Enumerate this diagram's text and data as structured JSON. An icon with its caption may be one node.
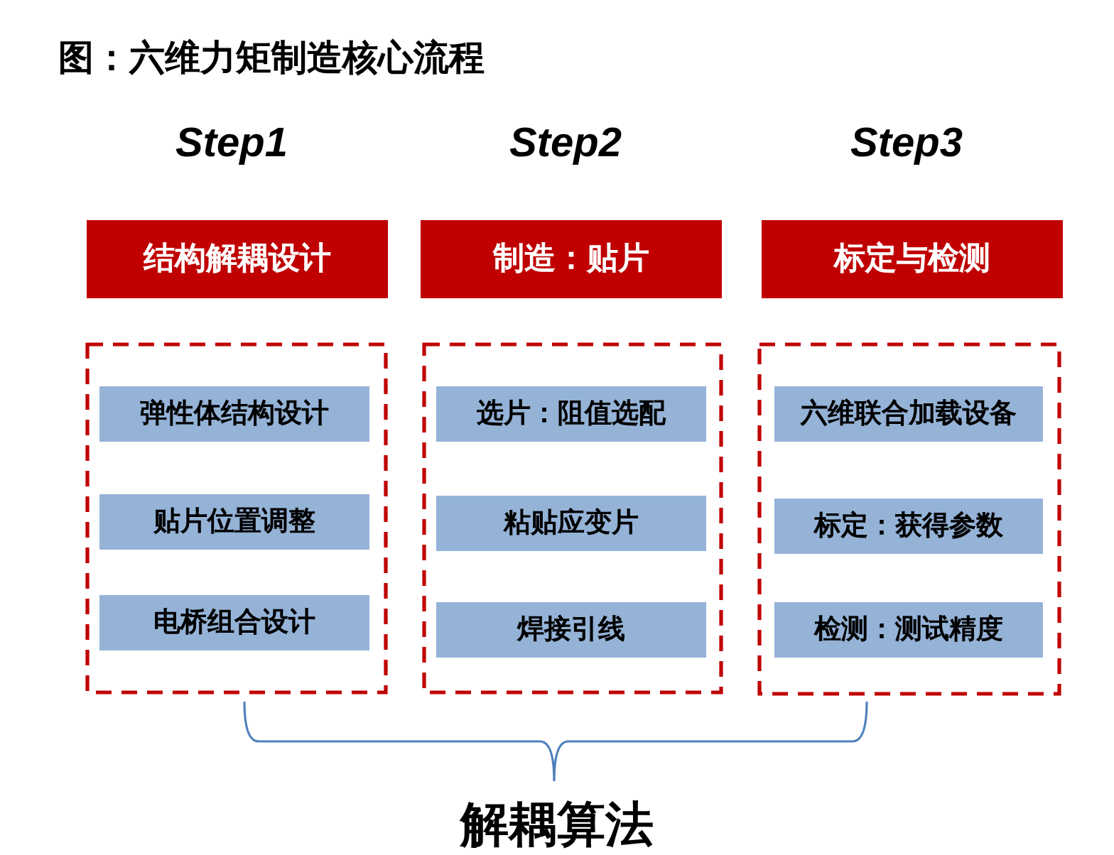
{
  "diagram": {
    "title": "图：六维力矩制造核心流程",
    "nodes": [
      {
        "text": [
          "结构解耦设计"
        ]
      },
      {
        "text": [
          "制造：贴片"
        ]
      },
      {
        "text": [
          "标定与检测"
        ]
      },
      {
        "text": [],
        "shape": "box"
      },
      {
        "text": [],
        "shape": "box"
      },
      {
        "text": [],
        "shape": "box"
      },
      {
        "text": [
          "弹性体结构设计"
        ],
        "in": 3
      },
      {
        "text": [
          "贴片位置调整"
        ],
        "in": 3
      },
      {
        "text": [
          "电桥组合设计"
        ],
        "in": 3
      },
      {
        "text": [
          "选片：阻值选配"
        ],
        "in": 4
      },
      {
        "text": [
          "粘贴应变片"
        ],
        "in": 4
      },
      {
        "text": [
          "焊接引线"
        ],
        "in": 4
      },
      {
        "text": [
          "六维联合加载设备"
        ],
        "in": 5
      },
      {
        "text": [
          "标定：获得参数"
        ],
        "in": 5
      },
      {
        "text": [
          "检测：测试精度"
        ],
        "in": 5
      }
    ],
    "labels": [
      "Step1",
      "Step2",
      "Step3",
      "解耦算法"
    ]
  }
}
